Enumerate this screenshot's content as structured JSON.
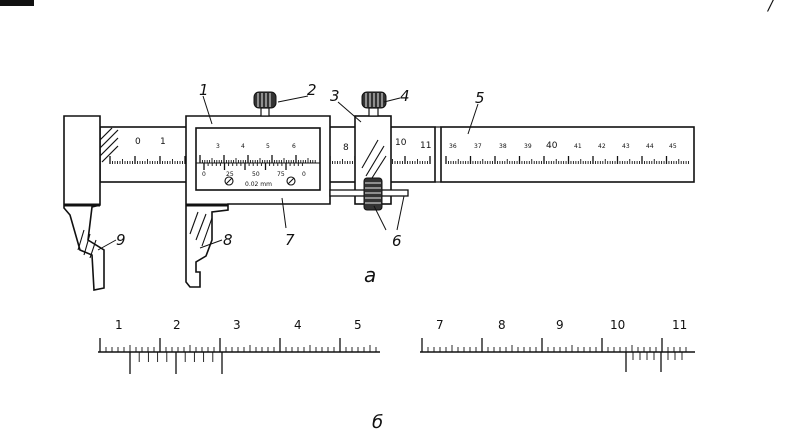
{
  "callouts": {
    "c1": "1",
    "c2": "2",
    "c3": "3",
    "c4": "4",
    "c5": "5",
    "c6": "6",
    "c7": "7",
    "c8": "8",
    "c9": "9"
  },
  "sublabels": {
    "a": "а",
    "b": "б"
  },
  "corner_mark": "/",
  "beam_scale": {
    "left_numbers": [
      "0",
      "1",
      "8",
      "10",
      "11"
    ],
    "right_numbers": [
      "36",
      "37",
      "38",
      "39",
      "40",
      "41",
      "42",
      "43",
      "44",
      "45"
    ]
  },
  "vernier_window": {
    "top_numbers": [
      "3",
      "4",
      "5",
      "6"
    ],
    "bottom_numbers": [
      "0",
      "25",
      "50",
      "75",
      "0"
    ],
    "precision_text": "0.02 mm"
  },
  "detail_left": {
    "numbers": [
      "1",
      "2",
      "3",
      "4",
      "5"
    ]
  },
  "detail_right": {
    "numbers": [
      "7",
      "8",
      "9",
      "10",
      "11"
    ]
  },
  "colors": {
    "ink": "#111111",
    "paper": "#ffffff"
  }
}
